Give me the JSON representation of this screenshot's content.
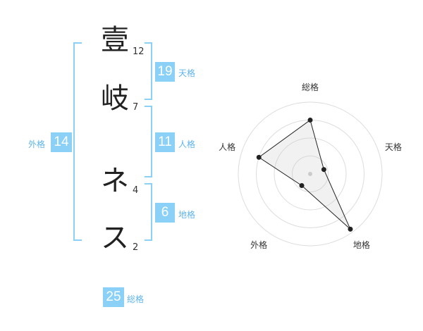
{
  "name_chars": [
    {
      "char": "壹",
      "strokes": "12"
    },
    {
      "char": "岐",
      "strokes": "7"
    },
    {
      "char": "ネ",
      "strokes": "4"
    },
    {
      "char": "ス",
      "strokes": "2"
    }
  ],
  "kaku": {
    "tenkaku": {
      "value": "19",
      "label": "天格"
    },
    "jinkaku": {
      "value": "11",
      "label": "人格"
    },
    "chikaku": {
      "value": "6",
      "label": "地格"
    },
    "gaikaku": {
      "value": "14",
      "label": "外格"
    },
    "soukaku": {
      "value": "25",
      "label": "総格"
    }
  },
  "colors": {
    "accent": "#8ad0f7",
    "label_text": "#5fb4ea"
  },
  "chart_data": {
    "type": "radar",
    "axes": [
      "総格",
      "天格",
      "地格",
      "外格",
      "人格"
    ],
    "values": [
      0.75,
      0.2,
      0.95,
      0.2,
      0.75
    ],
    "range": [
      0,
      1
    ],
    "rings": 4
  }
}
